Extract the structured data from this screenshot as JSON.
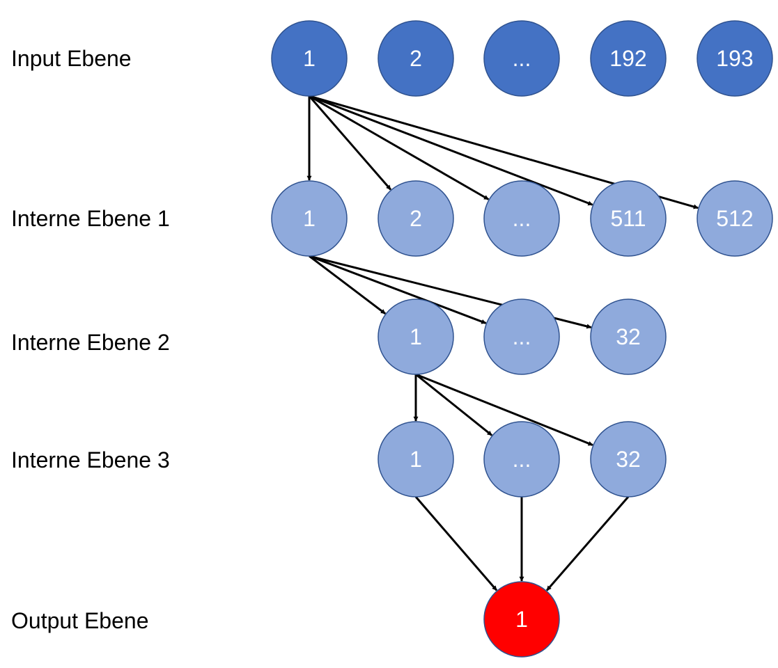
{
  "colors": {
    "input_fill": "#4472c4",
    "input_stroke": "#2f528f",
    "hidden_fill": "#8faadc",
    "hidden_stroke": "#2f528f",
    "output_fill": "#ff0000",
    "output_stroke": "#2f528f",
    "edge": "#000000",
    "node_text": "#ffffff"
  },
  "layers": [
    {
      "key": "input",
      "label": "Input Ebene",
      "nodes": [
        "1",
        "2",
        "...",
        "192",
        "193"
      ]
    },
    {
      "key": "hidden1",
      "label": "Interne Ebene 1",
      "nodes": [
        "1",
        "2",
        "...",
        "511",
        "512"
      ]
    },
    {
      "key": "hidden2",
      "label": "Interne Ebene 2",
      "nodes": [
        "1",
        "...",
        "32"
      ]
    },
    {
      "key": "hidden3",
      "label": "Interne Ebene 3",
      "nodes": [
        "1",
        "...",
        "32"
      ]
    },
    {
      "key": "output",
      "label": "Output Ebene",
      "nodes": [
        "1"
      ]
    }
  ],
  "edges": [
    {
      "from": [
        0,
        0
      ],
      "to": [
        1,
        0
      ]
    },
    {
      "from": [
        0,
        0
      ],
      "to": [
        1,
        1
      ]
    },
    {
      "from": [
        0,
        0
      ],
      "to": [
        1,
        2
      ]
    },
    {
      "from": [
        0,
        0
      ],
      "to": [
        1,
        3
      ]
    },
    {
      "from": [
        0,
        0
      ],
      "to": [
        1,
        4
      ]
    },
    {
      "from": [
        1,
        0
      ],
      "to": [
        2,
        0
      ]
    },
    {
      "from": [
        1,
        0
      ],
      "to": [
        2,
        1
      ]
    },
    {
      "from": [
        1,
        0
      ],
      "to": [
        2,
        2
      ]
    },
    {
      "from": [
        2,
        0
      ],
      "to": [
        3,
        0
      ]
    },
    {
      "from": [
        2,
        0
      ],
      "to": [
        3,
        1
      ]
    },
    {
      "from": [
        2,
        0
      ],
      "to": [
        3,
        2
      ]
    },
    {
      "from": [
        3,
        0
      ],
      "to": [
        4,
        0
      ]
    },
    {
      "from": [
        3,
        1
      ],
      "to": [
        4,
        0
      ]
    },
    {
      "from": [
        3,
        2
      ],
      "to": [
        4,
        0
      ]
    }
  ]
}
